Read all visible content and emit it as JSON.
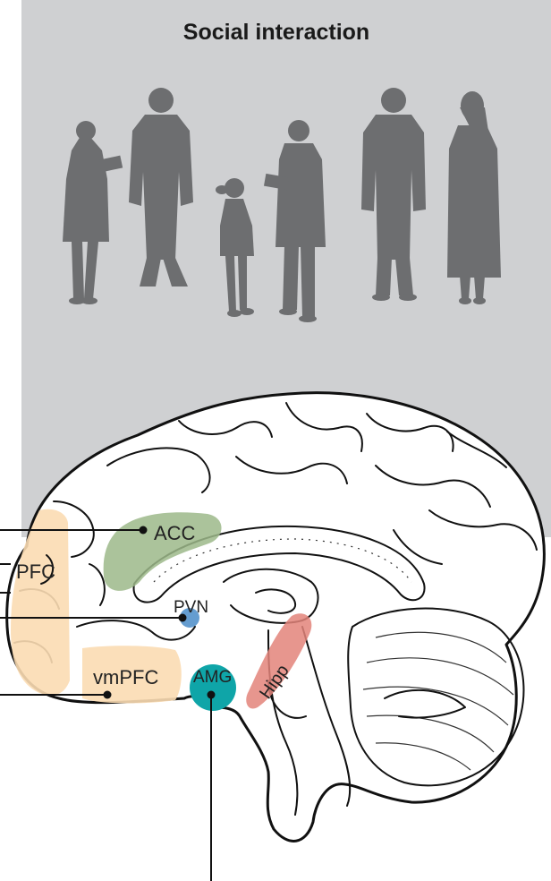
{
  "title": "Social interaction",
  "colors": {
    "panel_background": "#cfd0d2",
    "silhouette": "#6d6e70",
    "pfc_highlight": "#fbdcb3",
    "acc_highlight": "#9cb88a",
    "pvn_highlight": "#4a8cc8",
    "amg_highlight": "#0fa5a8",
    "hipp_highlight": "#e3847a"
  },
  "people": [
    {
      "name": "woman-with-clipboard"
    },
    {
      "name": "man-standing"
    },
    {
      "name": "child-girl"
    },
    {
      "name": "man-with-clipboard"
    },
    {
      "name": "man-standing-back"
    },
    {
      "name": "woman-long-dress"
    }
  ],
  "regions": {
    "pfc": "PFC",
    "acc": "ACC",
    "pvn": "PVN",
    "vmpfc": "vmPFC",
    "amg": "AMG",
    "hipp": "Hipp"
  }
}
